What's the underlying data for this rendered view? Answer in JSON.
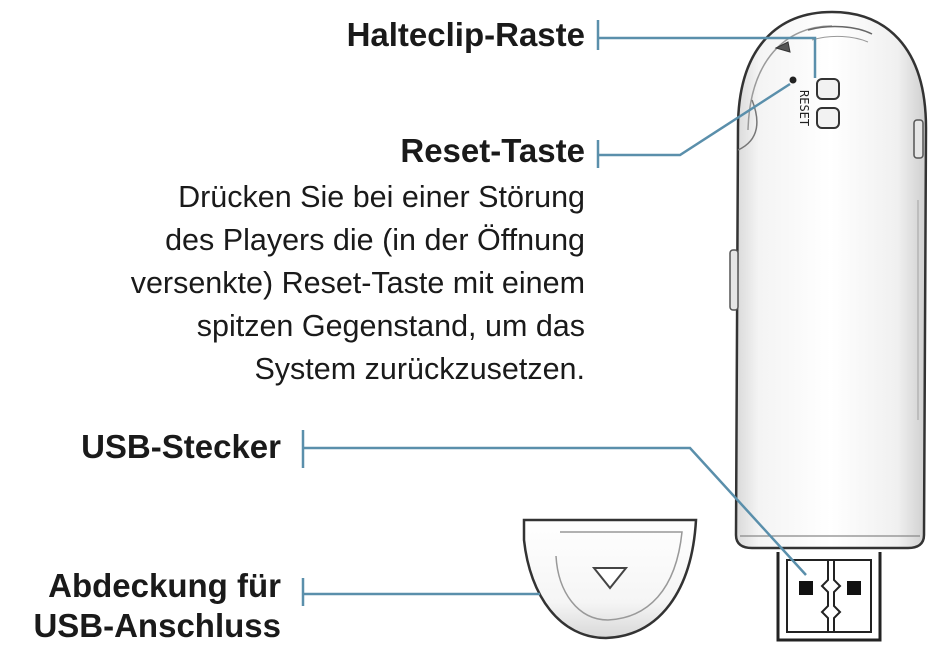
{
  "labels": {
    "halteclip": "Halteclip-Raste",
    "reset": "Reset-Taste",
    "reset_description": [
      "Drücken Sie bei einer Störung",
      "des Players die (in der Öffnung",
      "versenkte) Reset-Taste mit einem",
      "spitzen Gegenstand, um das",
      "System zurückzusetzen."
    ],
    "usb_stecker": "USB-Stecker",
    "abdeckung": [
      "Abdeckung für",
      "USB-Anschluss"
    ]
  },
  "device": {
    "reset_marking": "RESET"
  },
  "colors": {
    "leader_line": "#5a8fab",
    "text": "#1a1a1a",
    "device_outline": "#333333",
    "device_fill": "#ffffff"
  }
}
